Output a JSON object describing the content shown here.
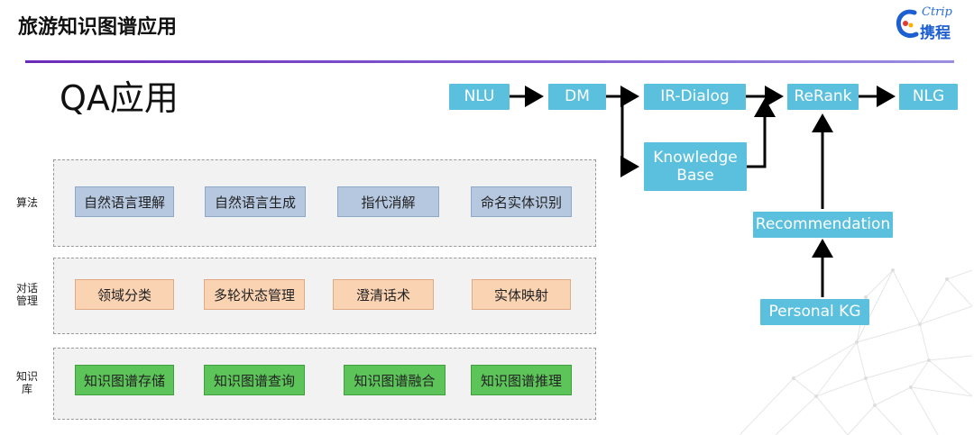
{
  "header": {
    "title": "旅游知识图谱应用",
    "logo_en": "Ctrip",
    "logo_cn": "携程"
  },
  "section_title": "QA应用",
  "rows": [
    {
      "label": "算法",
      "items": [
        "自然语言理解",
        "自然语言生成",
        "指代消解",
        "命名实体识别"
      ],
      "color": "#b6c8e0"
    },
    {
      "label": "对话\n管理",
      "items": [
        "领域分类",
        "多轮状态管理",
        "澄清话术",
        "实体映射"
      ],
      "color": "#fad3b3"
    },
    {
      "label": "知识\n库",
      "items": [
        "知识图谱存储",
        "知识图谱查询",
        "知识图谱融合",
        "知识图谱推理"
      ],
      "color": "#5dc45a"
    }
  ],
  "flow": {
    "nlu": "NLU",
    "dm": "DM",
    "ir_dialog": "IR-Dialog",
    "knowledge_base": "Knowledge\nBase",
    "rerank": "ReRank",
    "nlg": "NLG",
    "recommendation": "Recommendation",
    "personal_kg": "Personal KG",
    "node_color": "#5bc0de"
  }
}
